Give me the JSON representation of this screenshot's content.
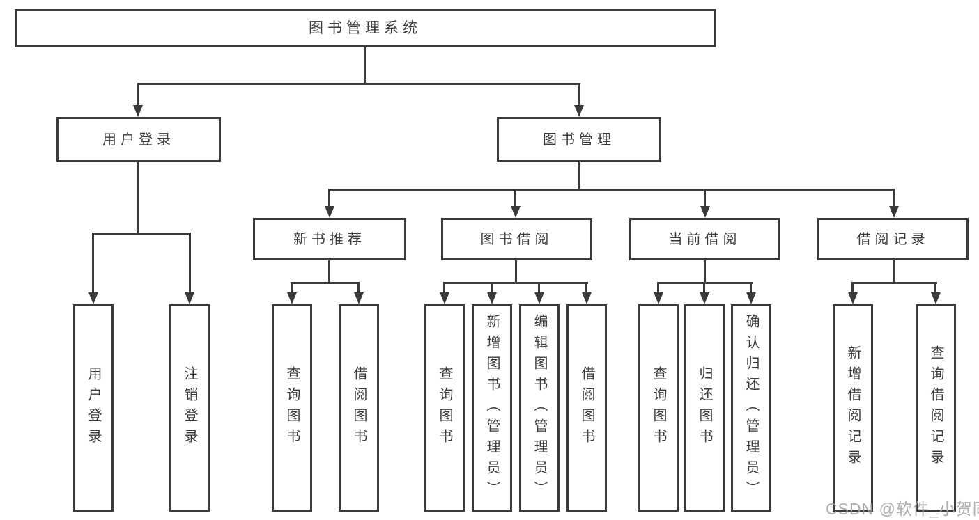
{
  "nodes": {
    "root": "图书管理系统",
    "branches": [
      {
        "label": "用户登录",
        "children": [
          {
            "label": "用户登录"
          },
          {
            "label": "注销登录"
          }
        ]
      },
      {
        "label": "图书管理",
        "children": [
          {
            "label": "新书推荐",
            "children": [
              {
                "label": "查询图书"
              },
              {
                "label": "借阅图书"
              }
            ]
          },
          {
            "label": "图书借阅",
            "children": [
              {
                "label": "查询图书"
              },
              {
                "label": "新增图书（管理员）"
              },
              {
                "label": "编辑图书（管理员）"
              },
              {
                "label": "借阅图书"
              }
            ]
          },
          {
            "label": "当前借阅",
            "children": [
              {
                "label": "查询图书"
              },
              {
                "label": "归还图书"
              },
              {
                "label": "确认归还（管理员）"
              }
            ]
          },
          {
            "label": "借阅记录",
            "children": [
              {
                "label": "新增借阅记录"
              },
              {
                "label": "查询借阅记录"
              }
            ]
          }
        ]
      }
    ]
  },
  "watermark": "CSDN @软件_小贺同学",
  "colors": {
    "line": "#3a3a3a",
    "text": "#3b3b3b",
    "watermark": "#a0a0a0",
    "background": "#ffffff"
  }
}
